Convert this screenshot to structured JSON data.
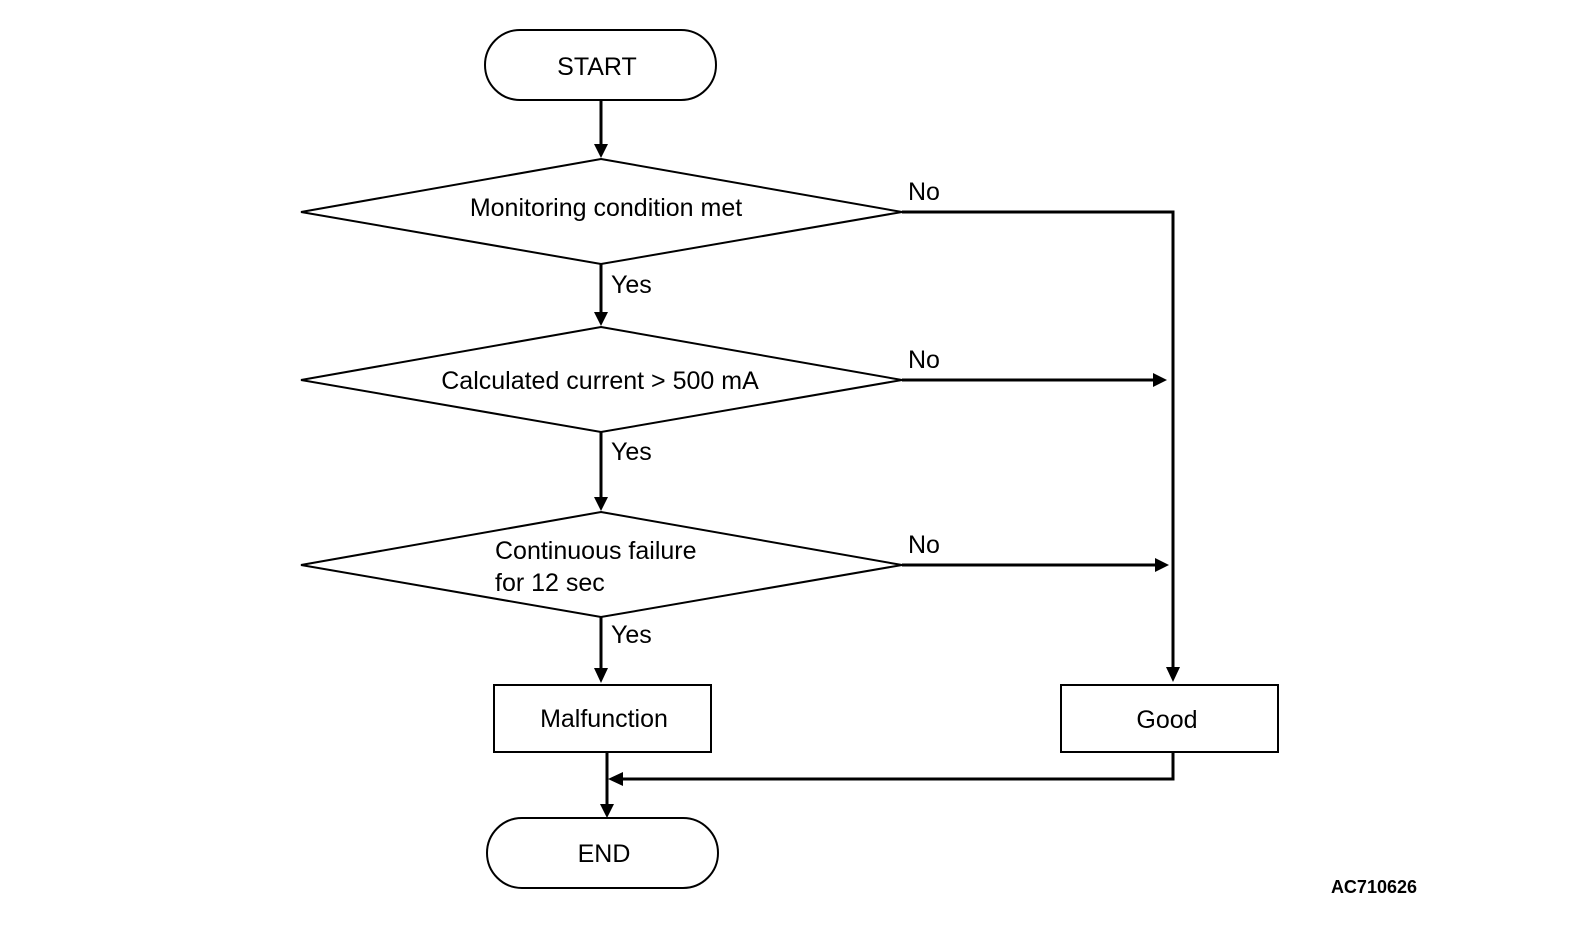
{
  "flowchart": {
    "start": "START",
    "decisions": [
      {
        "lines": [
          "Monitoring condition met"
        ],
        "yes_label": "Yes",
        "no_label": "No"
      },
      {
        "lines": [
          "Calculated current > 500 mA"
        ],
        "yes_label": "Yes",
        "no_label": "No"
      },
      {
        "lines": [
          "Continuous failure",
          "for 12 sec"
        ],
        "yes_label": "Yes",
        "no_label": "No"
      }
    ],
    "malfunction": "Malfunction",
    "good": "Good",
    "end": "END"
  },
  "figure_code": "AC710626"
}
